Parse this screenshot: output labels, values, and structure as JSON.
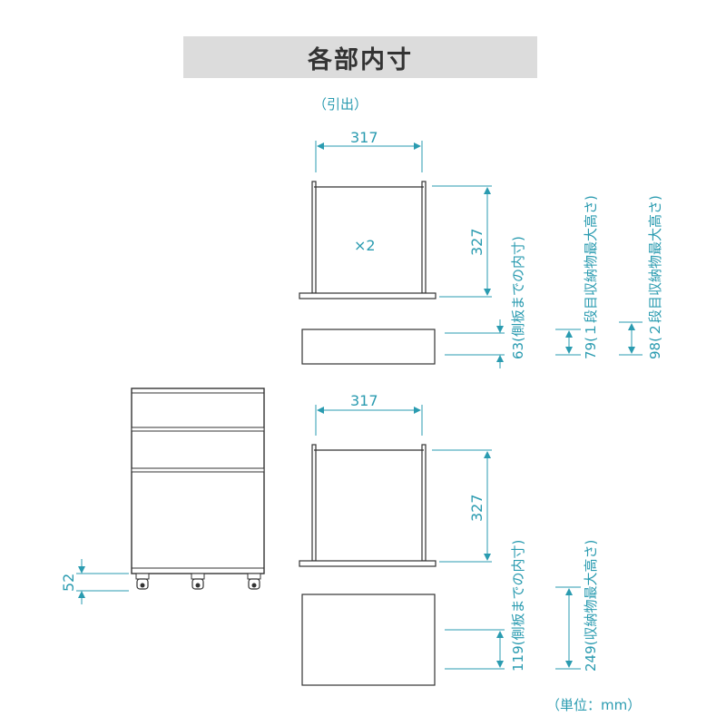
{
  "title": "各部内寸",
  "drawer_label": "（引出）",
  "upper": {
    "width": "317",
    "depth": "327",
    "count": "×2",
    "side_height": "63(側板までの内寸)",
    "h1": "79(１段目収納物最大高さ)",
    "h2": "98(２段目収納物最大高さ)"
  },
  "lower": {
    "width": "317",
    "depth": "327",
    "side_height": "119(側板までの内寸)",
    "max_height": "249(収納物最大高さ)"
  },
  "cabinet": {
    "caster_height": "52"
  },
  "unit": "（単位：mm）",
  "colors": {
    "dimension": "#2a9bb0",
    "line": "#333333",
    "panel": "#dcdcdc"
  }
}
